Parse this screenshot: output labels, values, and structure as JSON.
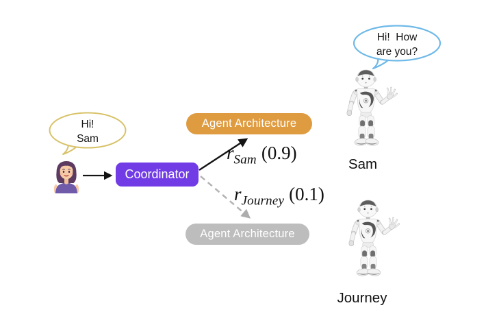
{
  "user": {
    "speech": {
      "line1": "Hi!",
      "line2": "Sam"
    }
  },
  "coordinator": {
    "label": "Coordinator"
  },
  "routes": {
    "sam": {
      "var": "r",
      "sub": "Sam",
      "weight": "(0.9)"
    },
    "journey": {
      "var": "r",
      "sub": "Journey",
      "weight": "(0.1)"
    }
  },
  "agent_boxes": {
    "sam": {
      "label": "Agent Architecture"
    },
    "journey": {
      "label": "Agent Architecture"
    }
  },
  "robots": {
    "sam": {
      "name": "Sam",
      "speech": {
        "line1": "Hi!  How",
        "line2": "are you?"
      }
    },
    "journey": {
      "name": "Journey"
    }
  },
  "colors": {
    "coordinator_bg": "#713be6",
    "agent_sam_bg": "#df9b40",
    "agent_journey_bg": "#bdbdbd",
    "user_bubble_border": "#d8c269",
    "robot_bubble_border": "#6fb9e8",
    "solid_arrow": "#141414",
    "dashed_arrow": "#b3b3b3"
  }
}
